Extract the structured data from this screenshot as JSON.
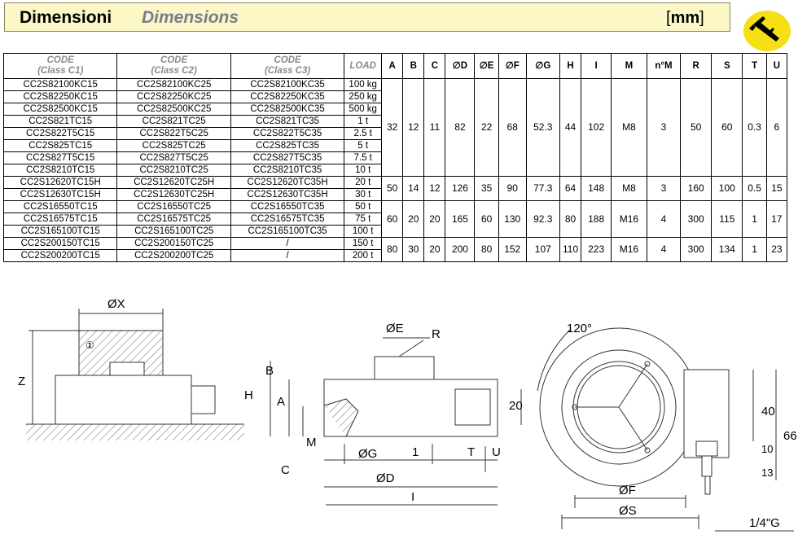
{
  "header": {
    "title_it": "Dimensioni",
    "title_en": "Dimensions",
    "unit_open": "[",
    "unit": "mm",
    "unit_close": "]"
  },
  "table": {
    "head": {
      "code": "CODE",
      "class_c1": "(Class C1)",
      "class_c2": "(Class C2)",
      "class_c3": "(Class C3)",
      "load": "LOAD",
      "cols": [
        "A",
        "B",
        "C",
        "∅D",
        "∅E",
        "∅F",
        "∅G",
        "H",
        "I",
        "M",
        "n°M",
        "R",
        "S",
        "T",
        "U"
      ]
    },
    "groups": [
      {
        "rows": [
          [
            "CC2S82100KC15",
            "CC2S82100KC25",
            "CC2S82100KC35",
            "100 kg"
          ],
          [
            "CC2S82250KC15",
            "CC2S82250KC25",
            "CC2S82250KC35",
            "250 kg"
          ],
          [
            "CC2S82500KC15",
            "CC2S82500KC25",
            "CC2S82500KC35",
            "500 kg"
          ],
          [
            "CC2S821TC15",
            "CC2S821TC25",
            "CC2S821TC35",
            "1 t"
          ],
          [
            "CC2S822T5C15",
            "CC2S822T5C25",
            "CC2S822T5C35",
            "2.5 t"
          ],
          [
            "CC2S825TC15",
            "CC2S825TC25",
            "CC2S825TC35",
            "5 t"
          ],
          [
            "CC2S827T5C15",
            "CC2S827T5C25",
            "CC2S827T5C35",
            "7.5 t"
          ],
          [
            "CC2S8210TC15",
            "CC2S8210TC25",
            "CC2S8210TC35",
            "10 t"
          ]
        ],
        "dims": [
          "32",
          "12",
          "11",
          "82",
          "22",
          "68",
          "52.3",
          "44",
          "102",
          "M8",
          "3",
          "50",
          "60",
          "0.3",
          "6"
        ]
      },
      {
        "rows": [
          [
            "CC2S12620TC15H",
            "CC2S12620TC25H",
            "CC2S12620TC35H",
            "20 t"
          ],
          [
            "CC2S12630TC15H",
            "CC2S12630TC25H",
            "CC2S12630TC35H",
            "30 t"
          ]
        ],
        "dims": [
          "50",
          "14",
          "12",
          "126",
          "35",
          "90",
          "77.3",
          "64",
          "148",
          "M8",
          "3",
          "160",
          "100",
          "0.5",
          "15"
        ]
      },
      {
        "rows": [
          [
            "CC2S16550TC15",
            "CC2S16550TC25",
            "CC2S16550TC35",
            "50 t"
          ],
          [
            "CC2S16575TC15",
            "CC2S16575TC25",
            "CC2S16575TC35",
            "75 t"
          ],
          [
            "CC2S165100TC15",
            "CC2S165100TC25",
            "CC2S165100TC35",
            "100 t"
          ]
        ],
        "dims": [
          "60",
          "20",
          "20",
          "165",
          "60",
          "130",
          "92.3",
          "80",
          "188",
          "M16",
          "4",
          "300",
          "115",
          "1",
          "17"
        ]
      },
      {
        "rows": [
          [
            "CC2S200150TC15",
            "CC2S200150TC25",
            "/",
            "150 t"
          ],
          [
            "CC2S200200TC15",
            "CC2S200200TC25",
            "/",
            "200 t"
          ]
        ],
        "dims": [
          "80",
          "30",
          "20",
          "200",
          "80",
          "152",
          "107",
          "110",
          "223",
          "M16",
          "4",
          "300",
          "134",
          "1",
          "23"
        ]
      }
    ]
  },
  "drawing": {
    "side": {
      "ox": "ØX",
      "z": "Z",
      "one": "①"
    },
    "front": {
      "oe": "ØE",
      "r": "R",
      "b": "B",
      "h": "H",
      "a": "A",
      "twenty": "20",
      "m": "M",
      "c": "C",
      "og": "ØG",
      "one": "1",
      "t": "T",
      "u": "U",
      "od": "ØD",
      "i": "I"
    },
    "top": {
      "angle": "120°",
      "forty": "40",
      "sixtysix": "66",
      "ten": "10",
      "thirteen": "13",
      "of": "ØF",
      "os": "ØS",
      "thread": "1/4\"G"
    }
  },
  "colors": {
    "header_bg": "#fbf7c6",
    "badge": "#f6df15",
    "code_head": "#8a8a8a",
    "title_en": "#7b7b8c"
  },
  "icons": {
    "badge": "caliper-icon"
  }
}
